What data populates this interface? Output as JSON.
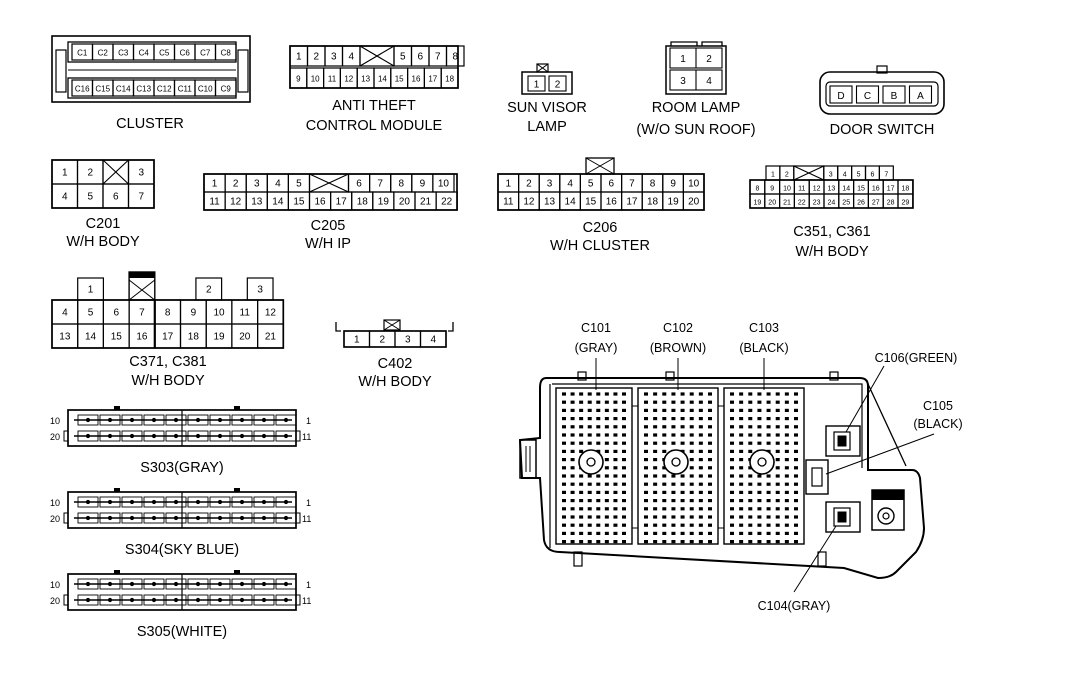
{
  "connectors": {
    "cluster": {
      "caption": [
        "CLUSTER"
      ],
      "pins_top": [
        "C1",
        "C2",
        "C3",
        "C4",
        "C5",
        "C6",
        "C7",
        "C8"
      ],
      "pins_bottom": [
        "C16",
        "C15",
        "C14",
        "C13",
        "C12",
        "C11",
        "C10",
        "C9"
      ]
    },
    "anti_theft": {
      "caption": [
        "ANTI THEFT",
        "CONTROL MODULE"
      ],
      "pins_top": [
        "1",
        "2",
        "3",
        "4",
        "X",
        "5",
        "6",
        "7",
        "8"
      ],
      "pins_bottom": [
        "9",
        "10",
        "11",
        "12",
        "13",
        "14",
        "15",
        "16",
        "17",
        "18"
      ]
    },
    "sun_visor": {
      "caption": [
        "SUN VISOR",
        "LAMP"
      ],
      "pins": [
        "1",
        "2"
      ]
    },
    "room_lamp": {
      "caption": [
        "ROOM LAMP",
        "(W/O SUN ROOF)"
      ],
      "pins_top": [
        "1",
        "2"
      ],
      "pins_bottom": [
        "3",
        "4"
      ]
    },
    "door_switch": {
      "caption": [
        "DOOR SWITCH"
      ],
      "pins": [
        "D",
        "C",
        "B",
        "A"
      ]
    },
    "c201": {
      "caption": [
        "C201",
        "W/H BODY"
      ],
      "pins_top": [
        "1",
        "2",
        "X",
        "3"
      ],
      "pins_bottom": [
        "4",
        "5",
        "6",
        "7"
      ]
    },
    "c205": {
      "caption": [
        "C205",
        "W/H IP"
      ],
      "pins_top": [
        "1",
        "2",
        "3",
        "4",
        "5",
        "X",
        "6",
        "7",
        "8",
        "9",
        "10"
      ],
      "pins_bottom": [
        "11",
        "12",
        "13",
        "14",
        "15",
        "16",
        "17",
        "18",
        "19",
        "20",
        "21",
        "22"
      ]
    },
    "c206": {
      "caption": [
        "C206",
        "W/H CLUSTER"
      ],
      "pins_top": [
        "1",
        "2",
        "3",
        "4",
        "5",
        "6",
        "7",
        "8",
        "9",
        "10"
      ],
      "pins_bottom": [
        "11",
        "12",
        "13",
        "14",
        "15",
        "16",
        "17",
        "18",
        "19",
        "20"
      ]
    },
    "c351": {
      "caption": [
        "C351, C361",
        "W/H BODY"
      ],
      "pins_row1": [
        "1",
        "2",
        "X",
        "3",
        "4",
        "5",
        "6",
        "7"
      ],
      "pins_row2": [
        "8",
        "9",
        "10",
        "11",
        "12",
        "13",
        "14",
        "15",
        "16",
        "17",
        "18"
      ],
      "pins_row3": [
        "19",
        "20",
        "21",
        "22",
        "23",
        "24",
        "25",
        "26",
        "27",
        "28",
        "29"
      ]
    },
    "c371": {
      "caption": [
        "C371, C381",
        "W/H BODY"
      ],
      "pins_row1": [
        "1",
        "2",
        "3"
      ],
      "pins_row2": [
        "4",
        "5",
        "6",
        "7",
        "8",
        "9",
        "10",
        "11",
        "12"
      ],
      "pins_row3": [
        "13",
        "14",
        "15",
        "16",
        "17",
        "18",
        "19",
        "20",
        "21"
      ]
    },
    "c402": {
      "caption": [
        "C402",
        "W/H BODY"
      ],
      "pins": [
        "1",
        "2",
        "3",
        "4"
      ]
    }
  },
  "splices": [
    {
      "caption": "S303(GRAY)",
      "left_top": "10",
      "left_bottom": "20",
      "right_top": "1",
      "right_bottom": "11"
    },
    {
      "caption": "S304(SKY BLUE)",
      "left_top": "10",
      "left_bottom": "20",
      "right_top": "1",
      "right_bottom": "11"
    },
    {
      "caption": "S305(WHITE)",
      "left_top": "10",
      "left_bottom": "20",
      "right_top": "1",
      "right_bottom": "11"
    }
  ],
  "fuse_block": {
    "c101": [
      "C101",
      "(GRAY)"
    ],
    "c102": [
      "C102",
      "(BROWN)"
    ],
    "c103": [
      "C103",
      "(BLACK)"
    ],
    "c106": "C106(GREEN)",
    "c105": [
      "C105",
      "(BLACK)"
    ],
    "c104": "C104(GRAY)"
  }
}
